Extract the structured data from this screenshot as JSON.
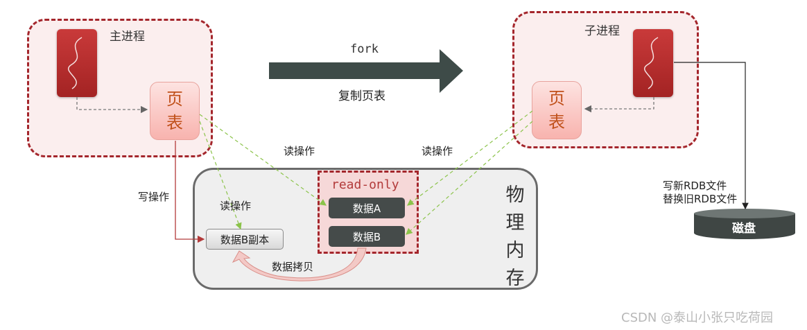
{
  "main_process": {
    "label": "主进程",
    "page_table": [
      "页",
      "表"
    ]
  },
  "child_process": {
    "label": "子进程",
    "page_table": [
      "页",
      "表"
    ]
  },
  "fork": {
    "label": "fork",
    "caption": "复制页表"
  },
  "physical_memory": {
    "label": [
      "物",
      "理",
      "内",
      "存"
    ]
  },
  "read_only": {
    "label": "read-only",
    "data_a": "数据A",
    "data_b": "数据B"
  },
  "data_b_copy": "数据B副本",
  "ops": {
    "read_left": "读操作",
    "read_right": "读操作",
    "read_inner": "读操作",
    "write": "写操作",
    "copy": "数据拷贝"
  },
  "disk": {
    "label": "磁盘",
    "write_new": "写新RDB文件",
    "replace_old": "替换旧RDB文件"
  },
  "watermark": "CSDN @泰山小张只吃荷园",
  "colors": {
    "process_border": "#a4262c",
    "process_fill": "#fbeeee",
    "arrow_dark": "#3e4b48",
    "read_line": "#8bc34a",
    "write_line": "#b23a3a",
    "data_block": "#454b4a"
  }
}
